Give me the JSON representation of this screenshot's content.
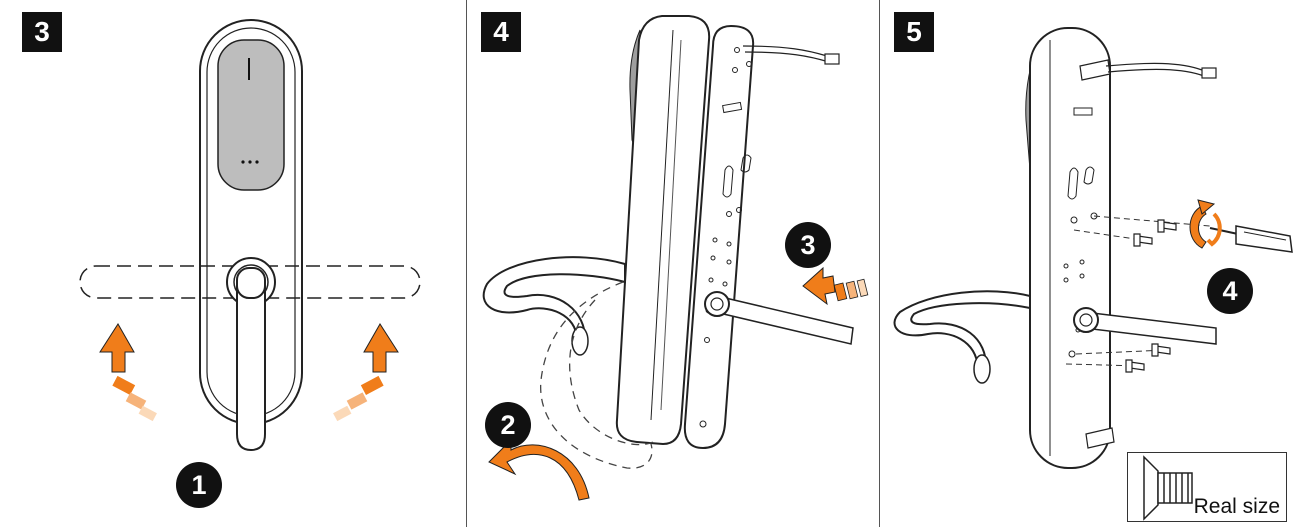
{
  "panels": [
    {
      "step": "3",
      "markers": [
        "1"
      ]
    },
    {
      "step": "4",
      "markers": [
        "2",
        "3"
      ]
    },
    {
      "step": "5",
      "markers": [
        "4"
      ]
    }
  ],
  "real_size": {
    "label": "Real size"
  },
  "colors": {
    "accent": "#f07d1a",
    "accent_light": "#f6b37a",
    "accent_pale": "#fbd9b8",
    "ink": "#111111",
    "glass": "#bdbdbd"
  }
}
